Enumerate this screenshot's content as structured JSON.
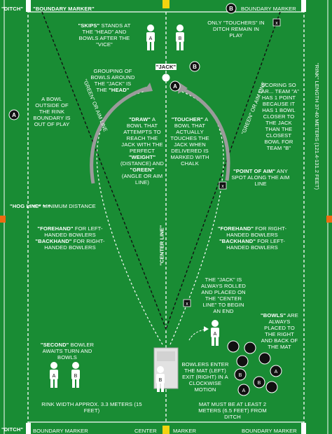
{
  "colors": {
    "turf": "#198c34",
    "line": "#ffffff",
    "marker_yellow": "#f2d40f",
    "marker_orange": "#ef6a12",
    "bowl": "#111111",
    "arrow": "#9b9b9b"
  },
  "labels": {
    "ditch_top": "\"DITCH\"",
    "boundary_marker_top_left": "\"BOUNDARY MARKER\"",
    "boundary_marker_top_right": "BOUNDARY MARKER",
    "skips_key": "\"SKIPS\"",
    "skips_rest": "STANDS AT THE \"HEAD\" AND BOWLS AFTER THE \"VICE\"",
    "touchers_ditch": "ONLY \"TOUCHERS\" IN DITCH REMAIN IN PLAY",
    "jack_tag": "\"JACK\"",
    "grouping_pre": "GROUPING OF BOWLS AROUND THE \"JACK\" IS THE",
    "grouping_key": "\"HEAD\"",
    "green_aim_left": "\"GREEN\" OR AIM LINE",
    "green_aim_right": "\"GREEN\" OR AIM LINE",
    "outside_rink": "A BOWL OUTSIDE OF THE RINK BOUNDARY IS OUT OF PLAY",
    "scoring": "SCORING SO FAR... TEAM \"A\" HAS 1 POINT BECAUSE IT HAS 1 BOWL CLOSER TO THE JACK THAN THE CLOSEST BOWL FOR TEAM \"B\"",
    "draw_key": "\"DRAW\"",
    "draw_a": "A BOWL THAT ATTEMPTS TO REACH THE JACK WITH THE PERFECT",
    "weight_key": "\"WEIGHT\"",
    "draw_b": "(DISTANCE) AND",
    "green_key": "\"GREEN\"",
    "draw_c": "(ANGLE OR AIM LINE)",
    "toucher_key": "\"TOUCHER\"",
    "toucher_rest": "A BOWL THAT ACTUALLY TOUCHES THE JACK WHEN DELIVERED IS MARKED WITH CHALK",
    "point_aim_key": "\"POINT OF AIM\"",
    "point_aim_rest": "ANY SPOT ALONG THE AIM LINE",
    "rink_length": "\"RINK\" LENGTH 37-40 METERS (121.4-131.2 FEET)",
    "hog_key": "\"HOG LINE\"",
    "hog_rest": "MINIMUM DISTANCE",
    "forehand_left_key": "\"FOREHAND\"",
    "forehand_left_a": "FOR LEFT-HANDED BOWLERS",
    "backhand_left_key": "\"BACKHAND\"",
    "backhand_left_a": "FOR RIGHT-HANDED BOWLERS",
    "forehand_right_key": "\"FOREHAND\"",
    "forehand_right_a": "FOR RIGHT-HANDED BOWLERS",
    "backhand_right_key": "\"BACKHAND\"",
    "backhand_right_a": "FOR LEFT-HANDED BOWLERS",
    "center_line": "\"CENTER LINE\"",
    "jack_rolled": "THE \"JACK\" IS ALWAYS ROLLED AND PLACED ON THE \"CENTER LINE\" TO BEGIN AN END",
    "bowls_key": "\"BOWLS\"",
    "bowls_rest": "ARE ALWAYS PLACED TO THE RIGHT AND BACK OF THE MAT",
    "second_key": "\"SECOND\"",
    "second_rest": "BOWLER AWAITS TURN AND BOWLS",
    "bowlers_enter": "BOWLERS ENTER THE MAT (LEFT) EXIT (RIGHT) IN A CLOCKWISE MOTION",
    "rink_width": "RINK WIDTH APPROX. 3.3 METERS (15 FEET)",
    "mat_distance": "MAT MUST BE AT LEAST 2 METERS (6.5 FEET) FROM DITCH",
    "ditch_bottom": "\"DITCH\"",
    "boundary_marker_bottom_left": "BOUNDARY MARKER",
    "center_bottom": "CENTER",
    "marker_bottom": "MARKER",
    "boundary_marker_bottom_right": "BOUNDARY MARKER"
  },
  "glyphs": {
    "team_a": "A",
    "team_b": "B",
    "toucher_mark": "X",
    "mat_bowler": "B"
  }
}
